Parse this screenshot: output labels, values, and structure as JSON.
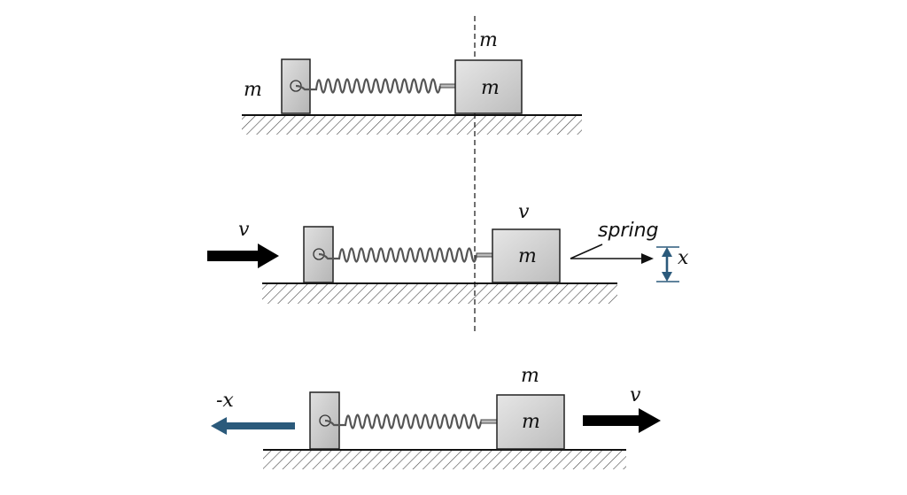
{
  "colors": {
    "block_fill": "#d4d4d4",
    "outline": "#222222",
    "spring": "#555555",
    "ground_hatch": "#444444",
    "velocity_arrow": "#000000",
    "displacement_arrow": "#2b5a7b"
  },
  "panels": [
    {
      "wall_label": "m",
      "mass_label": "m",
      "top_label": "m"
    },
    {
      "arrow_in_label": "v",
      "mass_label": "m",
      "top_label": "v",
      "spring_label": "spring",
      "displacement_label": "x"
    },
    {
      "arrow_left_label": "-x",
      "mass_label": "m",
      "top_label": "m",
      "arrow_right_label": "v"
    }
  ]
}
